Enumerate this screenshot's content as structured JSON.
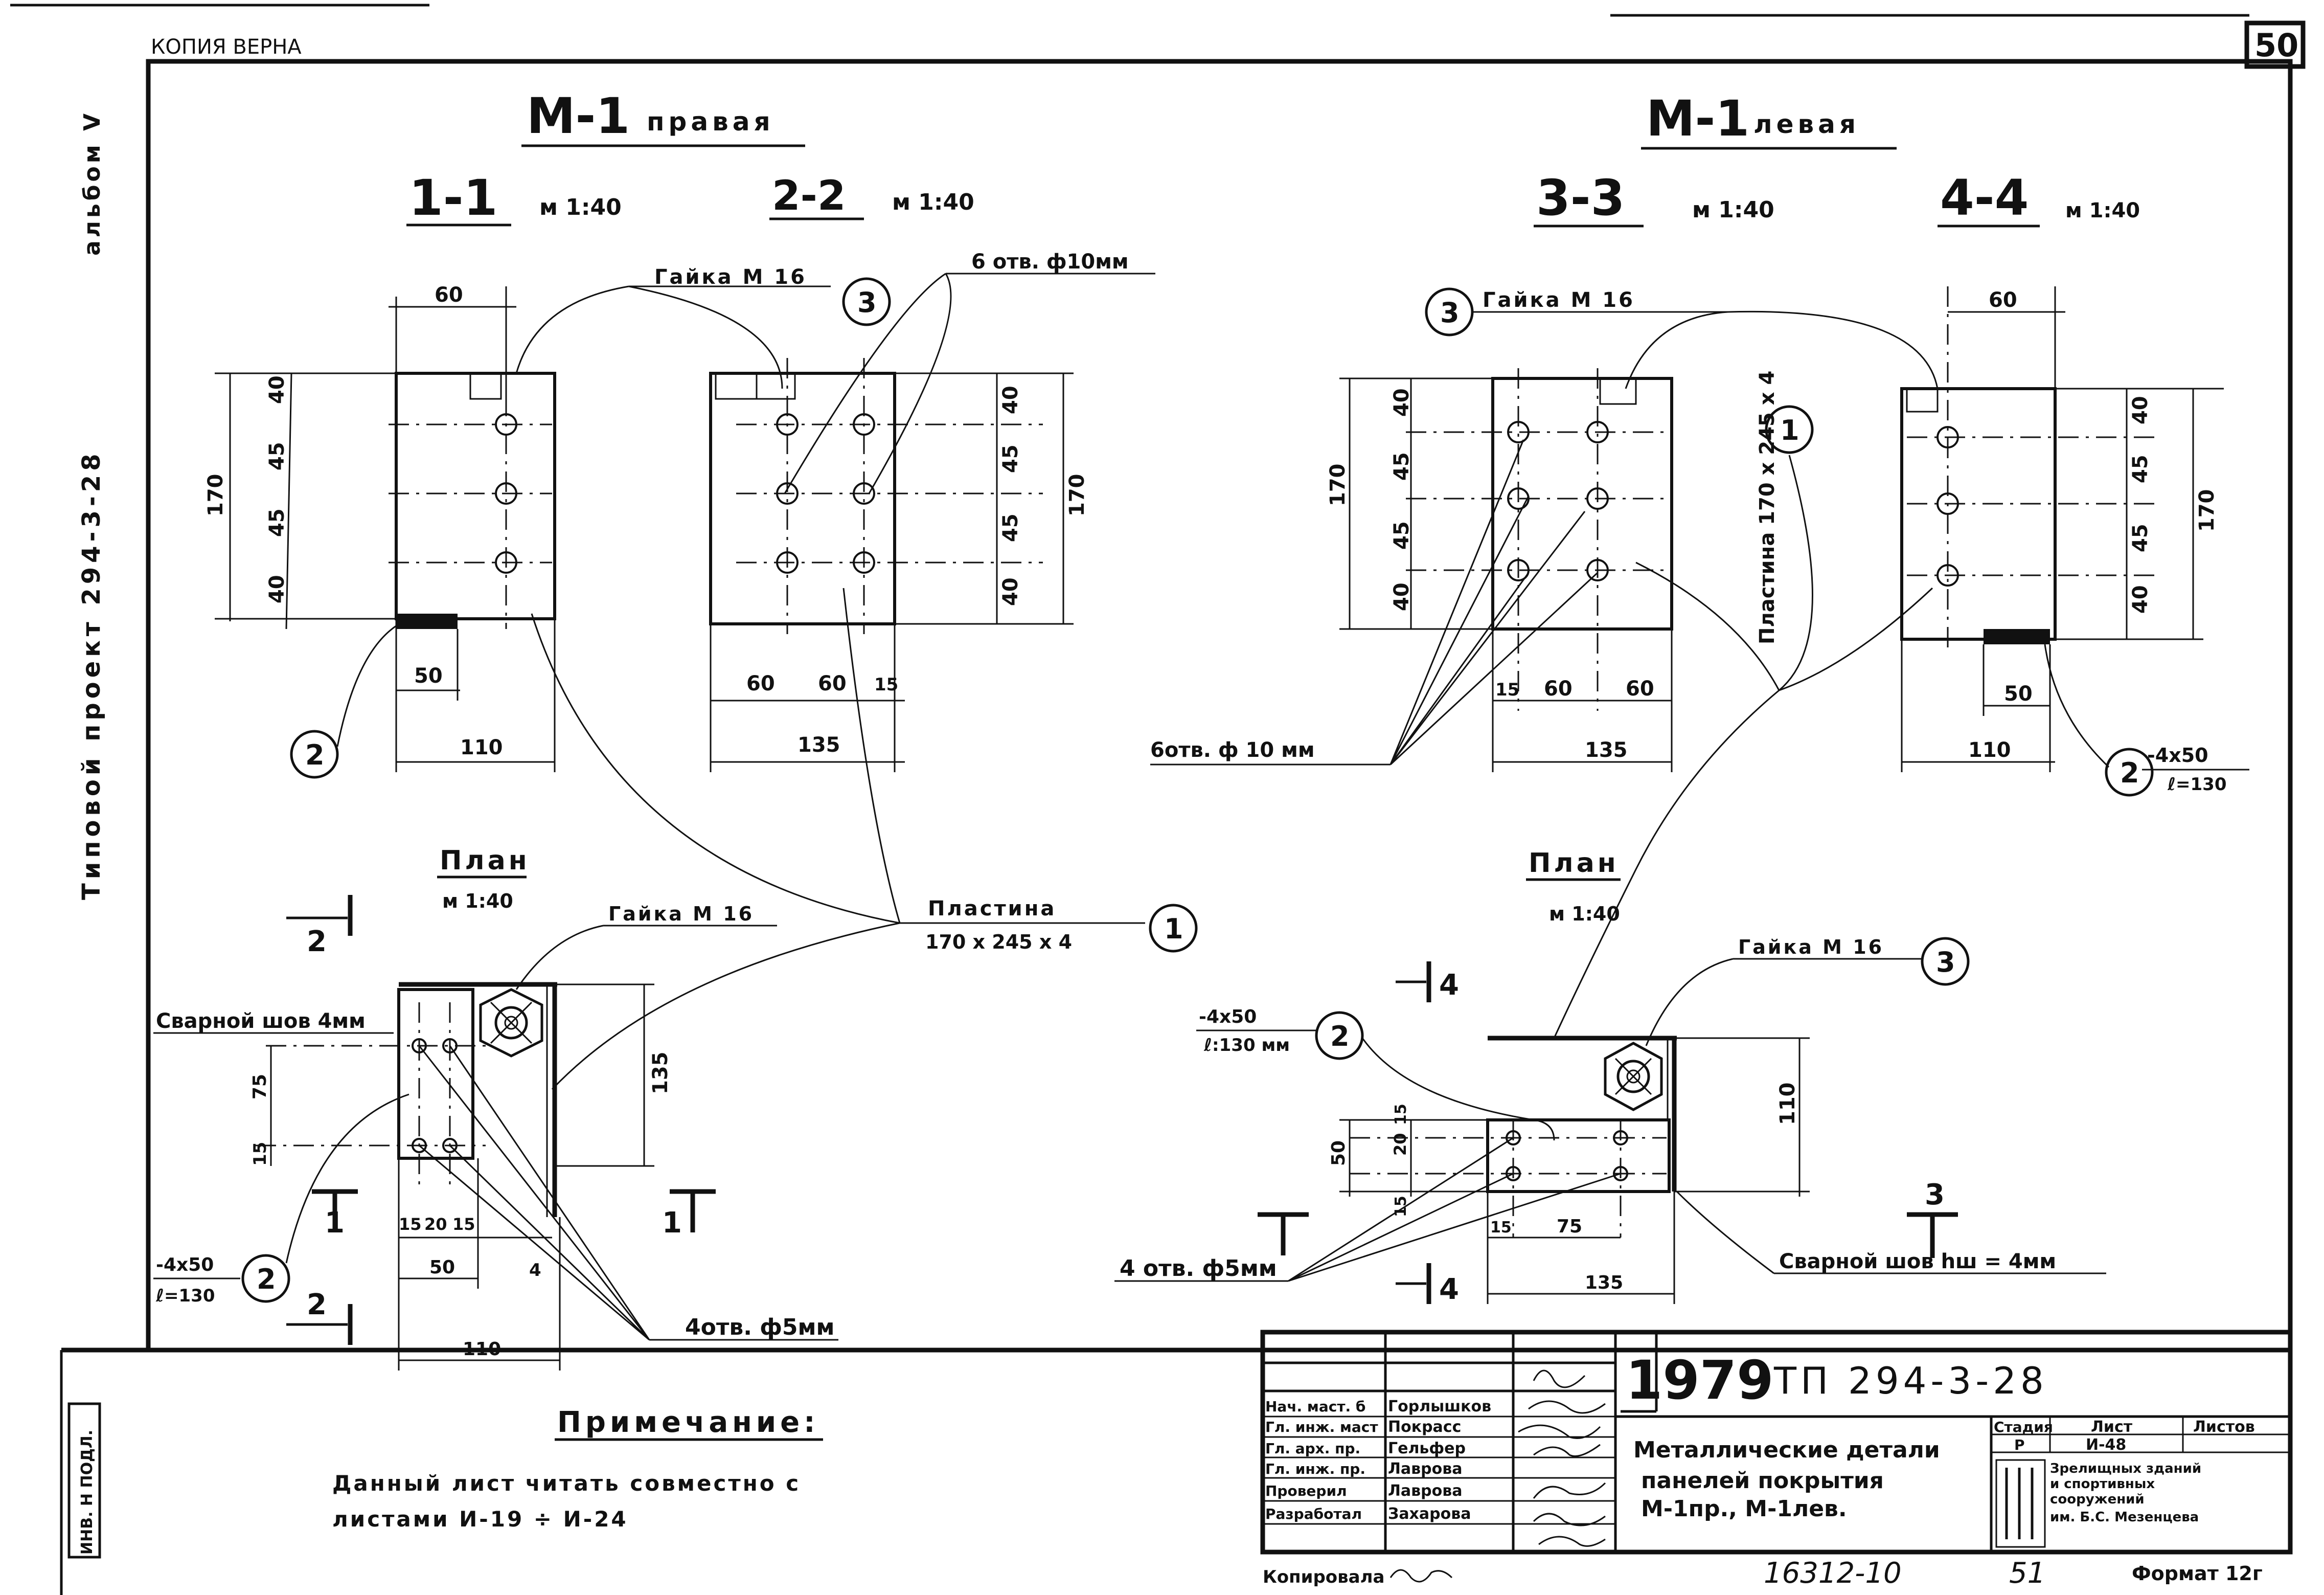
{
  "header": {
    "kopiya": "КОПИЯ ВЕРНА",
    "sheet_no": "50"
  },
  "side": {
    "album": "альбом V",
    "project": "Типовой проект   294-3-28",
    "inv": "ИНВ. Н ПОДЛ."
  },
  "titles": {
    "right_main": "М-1",
    "right_sub": "правая",
    "left_main": "М-1",
    "left_sub": "левая"
  },
  "sections": {
    "s11": "1-1",
    "s11_scale": "м 1:40",
    "s22": "2-2",
    "s22_scale": "м 1:40",
    "s33": "3-3",
    "s33_scale": "м 1:40",
    "s44": "4-4",
    "s44_scale": "м 1:40"
  },
  "plans": {
    "plan_r": "План",
    "plan_r_scale": "м 1:40",
    "plan_l": "План",
    "plan_l_scale": "м 1:40"
  },
  "callouts": {
    "nut": "Гайка М 16",
    "holes10": "6 отв. ф10мм",
    "holes10b": "6отв. ф 10 мм",
    "plate": "Пластина",
    "plate_size": "170 х 245 х 4",
    "weld": "Сварной шов 4мм",
    "weld_l": "Сварной шов hш = 4мм",
    "holes5": "4отв. ф5мм",
    "holes5b": "4 отв. ф5мм",
    "strip": "-4х50",
    "strip_len": "ℓ=130",
    "strip_len_l": "ℓ:130 мм",
    "plate_vert": "Пластина 170 х 245 х 4",
    "n1": "1",
    "n2": "2",
    "n3": "3"
  },
  "dims": {
    "d60": "60",
    "d40": "40",
    "d45": "45",
    "d170": "170",
    "d50": "50",
    "d110": "110",
    "d135": "135",
    "d15": "15",
    "d20": "20",
    "d75": "75",
    "d4": "4",
    "cut1": "1",
    "cut2": "2",
    "cut3": "3",
    "cut4": "4"
  },
  "note": {
    "title": "Примечание:",
    "line1": "Данный лист читать совместно с",
    "line2": "листами  И-19 ÷ И-24"
  },
  "stamp": {
    "year": "1979",
    "code": "ТП 294-3-28",
    "rows": [
      {
        "role": "Нач. маст. б",
        "name": "Горлышков"
      },
      {
        "role": "Гл. инж. маст",
        "name": "Покрасс"
      },
      {
        "role": "Гл. арх. пр.",
        "name": "Гельфер"
      },
      {
        "role": "Гл. инж. пр.",
        "name": "Лаврова"
      },
      {
        "role": "Проверил",
        "name": "Лаврова"
      },
      {
        "role": "Разработал",
        "name": "Захарова"
      }
    ],
    "title1": "Металлические детали",
    "title2": "панелей покрытия",
    "title3": "М-1пр.,  М-1лев.",
    "stage_h": "Стадия",
    "sheet_h": "Лист",
    "sheets_h": "Листов",
    "stage": "Р",
    "sheet": "И-48",
    "org1": "Зрелищных зданий",
    "org2": "и спортивных",
    "org3": "сооружений",
    "org4": "им. Б.С. Мезенцева"
  },
  "footer": {
    "copied": "Копировала",
    "num": "16312-10",
    "page": "51",
    "format": "Формат 12г"
  }
}
